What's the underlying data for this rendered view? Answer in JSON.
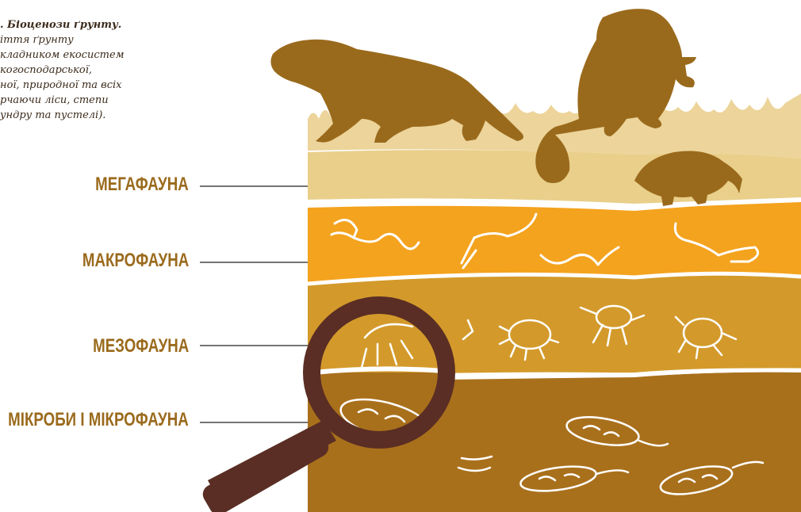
{
  "caption": {
    "title": ". Біоценози ґрунту.",
    "lines": [
      "іття ґрунту",
      "кладником екосистем",
      "когосподарської,",
      "ної, природної та всіх",
      "рчаючи ліси, степи",
      "ундру та пустелі)."
    ]
  },
  "layers": {
    "megafauna": "МЕГАФАУНА",
    "macrofauna": "МАКРОФАУНА",
    "mesofauna": "МЕЗОФАУНА",
    "microfauna": "МІКРОБИ І МІКРОФАУНА"
  },
  "colors": {
    "grass": "#ecd49a",
    "megafauna_layer": "#e9cf8a",
    "macrofauna_layer": "#f4a31e",
    "mesofauna_layer": "#d39a2b",
    "microfauna_layer": "#a9701c",
    "animal": "#9a6a1c",
    "magnifier": "#5a2e24",
    "label": "#9a6a1c"
  },
  "icons": [
    "badger-silhouette",
    "beaver-silhouette",
    "mole-silhouette",
    "earthworm-icon",
    "mite-icon",
    "bacteria-icon",
    "magnifying-glass-icon"
  ]
}
